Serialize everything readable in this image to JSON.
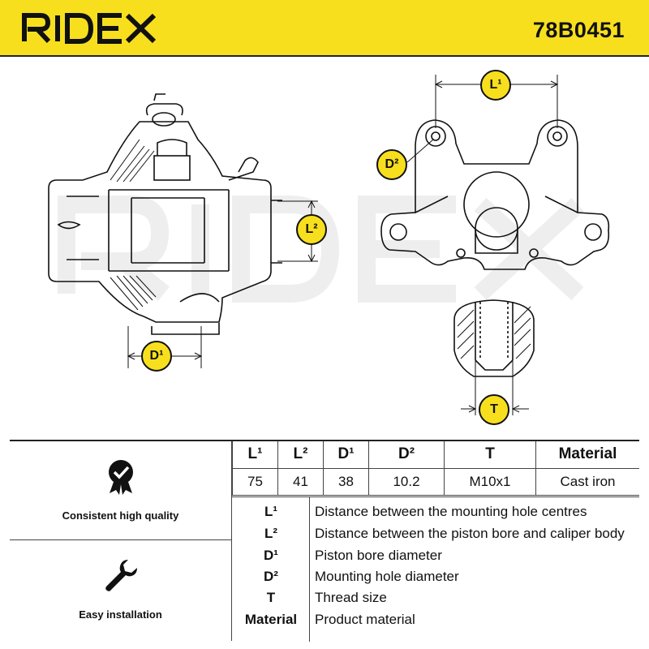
{
  "header": {
    "brand": "RIDEX",
    "part_number": "78B0451",
    "background": "#f7df1e"
  },
  "drawing": {
    "markers": {
      "l1": "L¹",
      "l2": "L²",
      "d1": "D¹",
      "d2": "D²",
      "t": "T"
    },
    "watermark": "RIDEX"
  },
  "features": [
    {
      "icon": "checkmark-badge-icon",
      "label": "Consistent high quality"
    },
    {
      "icon": "wrench-icon",
      "label": "Easy installation"
    }
  ],
  "spec_table": {
    "headers": [
      "L¹",
      "L²",
      "D¹",
      "D²",
      "T",
      "Material"
    ],
    "values": [
      "75",
      "41",
      "38",
      "10.2",
      "M10x1",
      "Cast iron"
    ]
  },
  "legend": [
    {
      "key": "L¹",
      "text": "Distance between the mounting hole centres"
    },
    {
      "key": "L²",
      "text": "Distance between the piston bore and caliper body"
    },
    {
      "key": "D¹",
      "text": "Piston bore diameter"
    },
    {
      "key": "D²",
      "text": "Mounting hole diameter"
    },
    {
      "key": "T",
      "text": "Thread size"
    },
    {
      "key": "Material",
      "text": "Product material"
    }
  ]
}
